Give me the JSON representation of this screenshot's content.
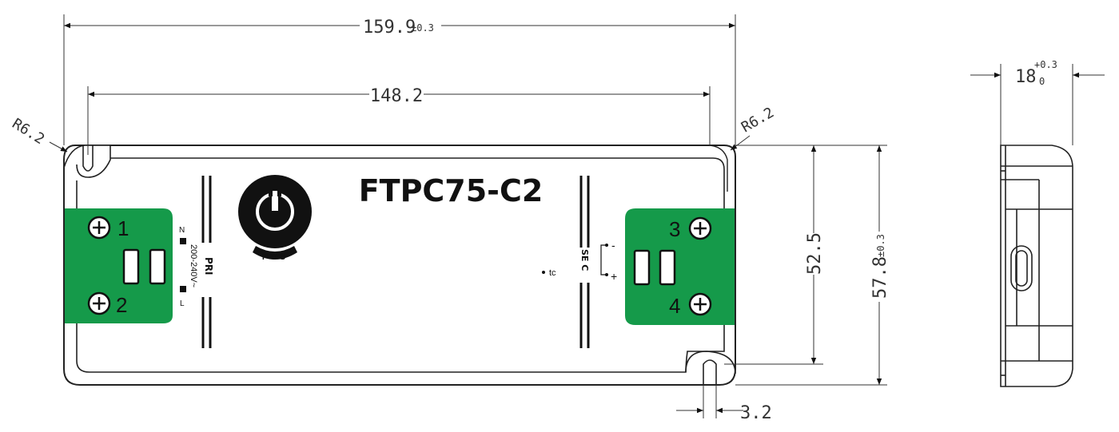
{
  "model": "FTPC75-C2",
  "dimensions": {
    "overall_length": "159.9",
    "overall_length_tol": "±0.3",
    "hole_pitch": "148.2",
    "corner_radius_left": "R6.2",
    "corner_radius_right": "R6.2",
    "inner_height": "52.5",
    "overall_height": "57.8",
    "overall_height_tol": "±0.3",
    "slot_width": "3.2",
    "thickness": "18",
    "thickness_tol_plus": "+0.3",
    "thickness_tol_minus": "0"
  },
  "primary": {
    "label": "PRI",
    "voltage": "200-240V~",
    "n_label": "N",
    "l_label": "L",
    "terminal_1": "1",
    "terminal_2": "2"
  },
  "secondary": {
    "label": "SE C",
    "minus_label": "-",
    "plus_label": "+",
    "terminal_3": "3",
    "terminal_4": "4"
  },
  "tc_label": "tc",
  "pos_label": "POS",
  "colors": {
    "terminal_green": "#159a4a",
    "outline": "#222222",
    "dim_line": "#333333"
  }
}
